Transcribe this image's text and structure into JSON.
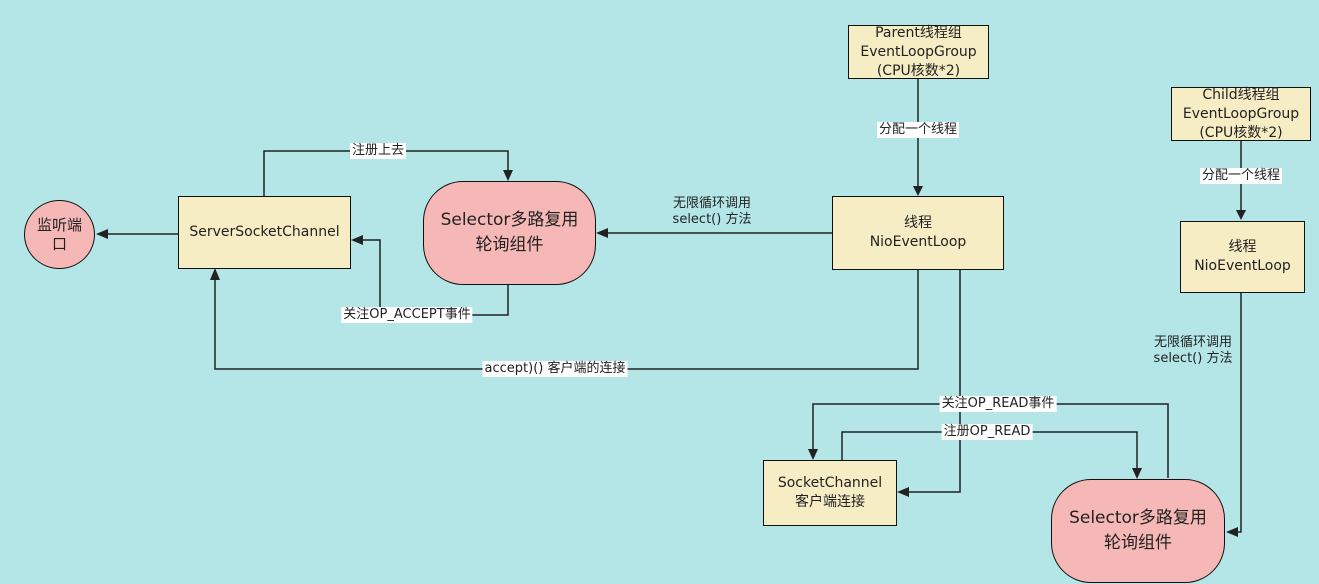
{
  "nodes": {
    "parent_group": [
      "Parent线程组",
      "EventLoopGroup",
      "(CPU核数*2)"
    ],
    "child_group": [
      "Child线程组",
      "EventLoopGroup",
      "(CPU核数*2)"
    ],
    "thread_main": [
      "线程",
      "NioEventLoop"
    ],
    "thread_child": [
      "线程",
      "NioEventLoop"
    ],
    "server_socket_channel": "ServerSocketChannel",
    "listen_port": [
      "监听端",
      "口"
    ],
    "selector_main": [
      "Selector多路复用",
      "轮询组件"
    ],
    "selector_child": [
      "Selector多路复用",
      "轮询组件"
    ],
    "socket_channel": [
      "SocketChannel",
      "客户端连接"
    ]
  },
  "edges": {
    "assign_thread_parent": "分配一个线程",
    "assign_thread_child": "分配一个线程",
    "register_up": "注册上去",
    "infinite_loop_main": [
      "无限循环调用",
      "select() 方法"
    ],
    "infinite_loop_child": [
      "无限循环调用",
      "select() 方法"
    ],
    "focus_accept": "关注OP_ACCEPT事件",
    "accept_connection": "accept)() 客户端的连接",
    "focus_read": "关注OP_READ事件",
    "register_read": "注册OP_READ"
  }
}
